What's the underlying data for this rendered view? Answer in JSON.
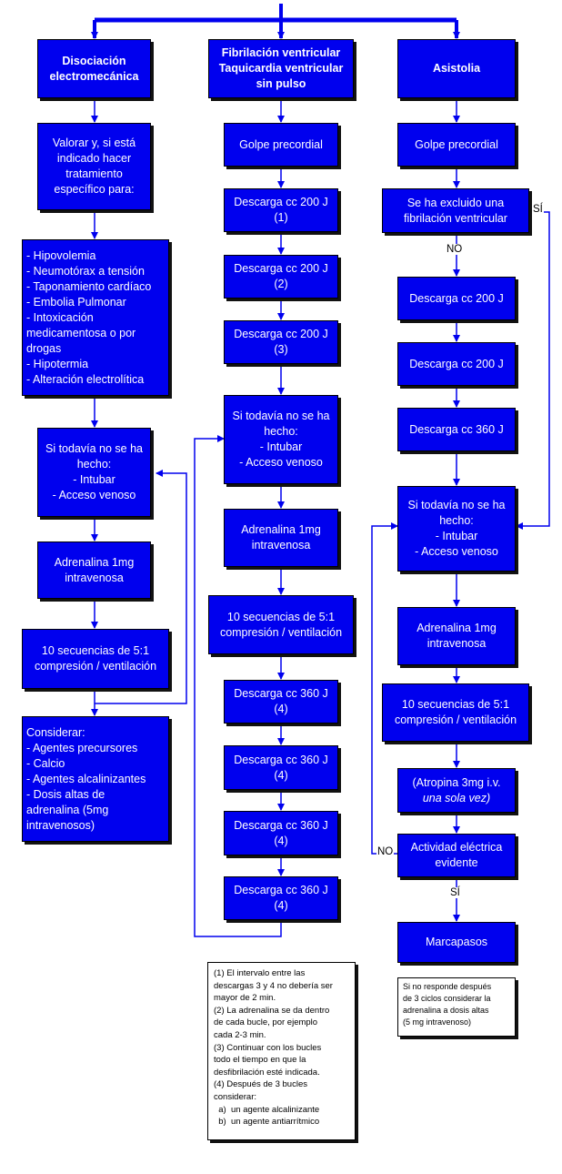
{
  "colors": {
    "box_fill": "#0000ee",
    "connector": "#0000ee",
    "box_text": "#ffffff"
  },
  "columns": {
    "left": {
      "title": [
        "Disociación",
        "electromecánica"
      ],
      "steps": [
        [
          "Valorar y, si está",
          "indicado hacer",
          "tratamiento",
          "específico para:"
        ],
        [
          "- Hipovolemia",
          "- Neumotórax a tensión",
          "- Taponamiento cardíaco",
          "- Embolia Pulmonar",
          "- Intoxicación",
          "medicamentosa o por",
          "drogas",
          "- Hipotermia",
          "- Alteración electrolítica"
        ],
        [
          "Si todavía no se ha",
          "hecho:",
          "- Intubar",
          "- Acceso venoso"
        ],
        [
          "Adrenalina 1mg",
          "intravenosa"
        ],
        [
          "10 secuencias de 5:1",
          "compresión / ventilación"
        ],
        [
          "Considerar:",
          "- Agentes precursores",
          "- Calcio",
          "- Agentes alcalinizantes",
          "- Dosis altas de",
          "adrenalina (5mg",
          "intravenosos)"
        ]
      ]
    },
    "middle": {
      "title": [
        "Fibrilación ventricular",
        "Taquicardia ventricular",
        "sin pulso"
      ],
      "steps": [
        [
          "Golpe precordial"
        ],
        [
          "Descarga cc 200 J",
          "(1)"
        ],
        [
          "Descarga cc 200 J",
          "(2)"
        ],
        [
          "Descarga cc 200 J",
          "(3)"
        ],
        [
          "Si todavía no se ha",
          "hecho:",
          "- Intubar",
          "- Acceso venoso"
        ],
        [
          "Adrenalina 1mg",
          "intravenosa"
        ],
        [
          "10 secuencias de 5:1",
          "compresión / ventilación"
        ],
        [
          "Descarga cc 360 J",
          "(4)"
        ],
        [
          "Descarga cc 360 J",
          "(4)"
        ],
        [
          "Descarga cc 360 J",
          "(4)"
        ],
        [
          "Descarga cc 360 J",
          "(4)"
        ]
      ]
    },
    "right": {
      "title": [
        "Asistolia"
      ],
      "steps": [
        [
          "Golpe precordial"
        ],
        [
          "Se ha excluido una",
          "fibrilación ventricular"
        ],
        [
          "Descarga cc 200 J"
        ],
        [
          "Descarga cc 200 J"
        ],
        [
          "Descarga cc 360 J"
        ],
        [
          "Si todavía no se ha",
          "hecho:",
          "- Intubar",
          "- Acceso venoso"
        ],
        [
          "Adrenalina 1mg",
          "intravenosa"
        ],
        [
          "10 secuencias de 5:1",
          "compresión / ventilación"
        ],
        [
          "(Atropina 3mg i.v.",
          "una sola vez)"
        ],
        [
          "Actividad eléctrica",
          "evidente"
        ],
        [
          "Marcapasos"
        ]
      ]
    }
  },
  "edge_labels": {
    "si_top": "SÍ",
    "no_top": "NO",
    "no_bottom": "NO",
    "si_bottom": "SÍ"
  },
  "notes": {
    "footnotes": [
      "(1) El intervalo entre las",
      "descargas 3 y 4 no debería ser",
      "mayor de 2 min.",
      "(2) La adrenalina se da dentro",
      "de cada bucle, por ejemplo",
      "cada 2-3 min.",
      "(3) Continuar con los bucles",
      "todo el tiempo en que la",
      "desfibrilación esté indicada.",
      "(4) Después de 3 bucles",
      "considerar:",
      "  a)  un agente alcalinizante",
      "  b)  un agente antiarrítmico"
    ],
    "asistolia_note": [
      "Si no responde después",
      "de 3 ciclos considerar la",
      "adrenalina a dosis altas",
      "(5 mg intravenoso)"
    ]
  }
}
